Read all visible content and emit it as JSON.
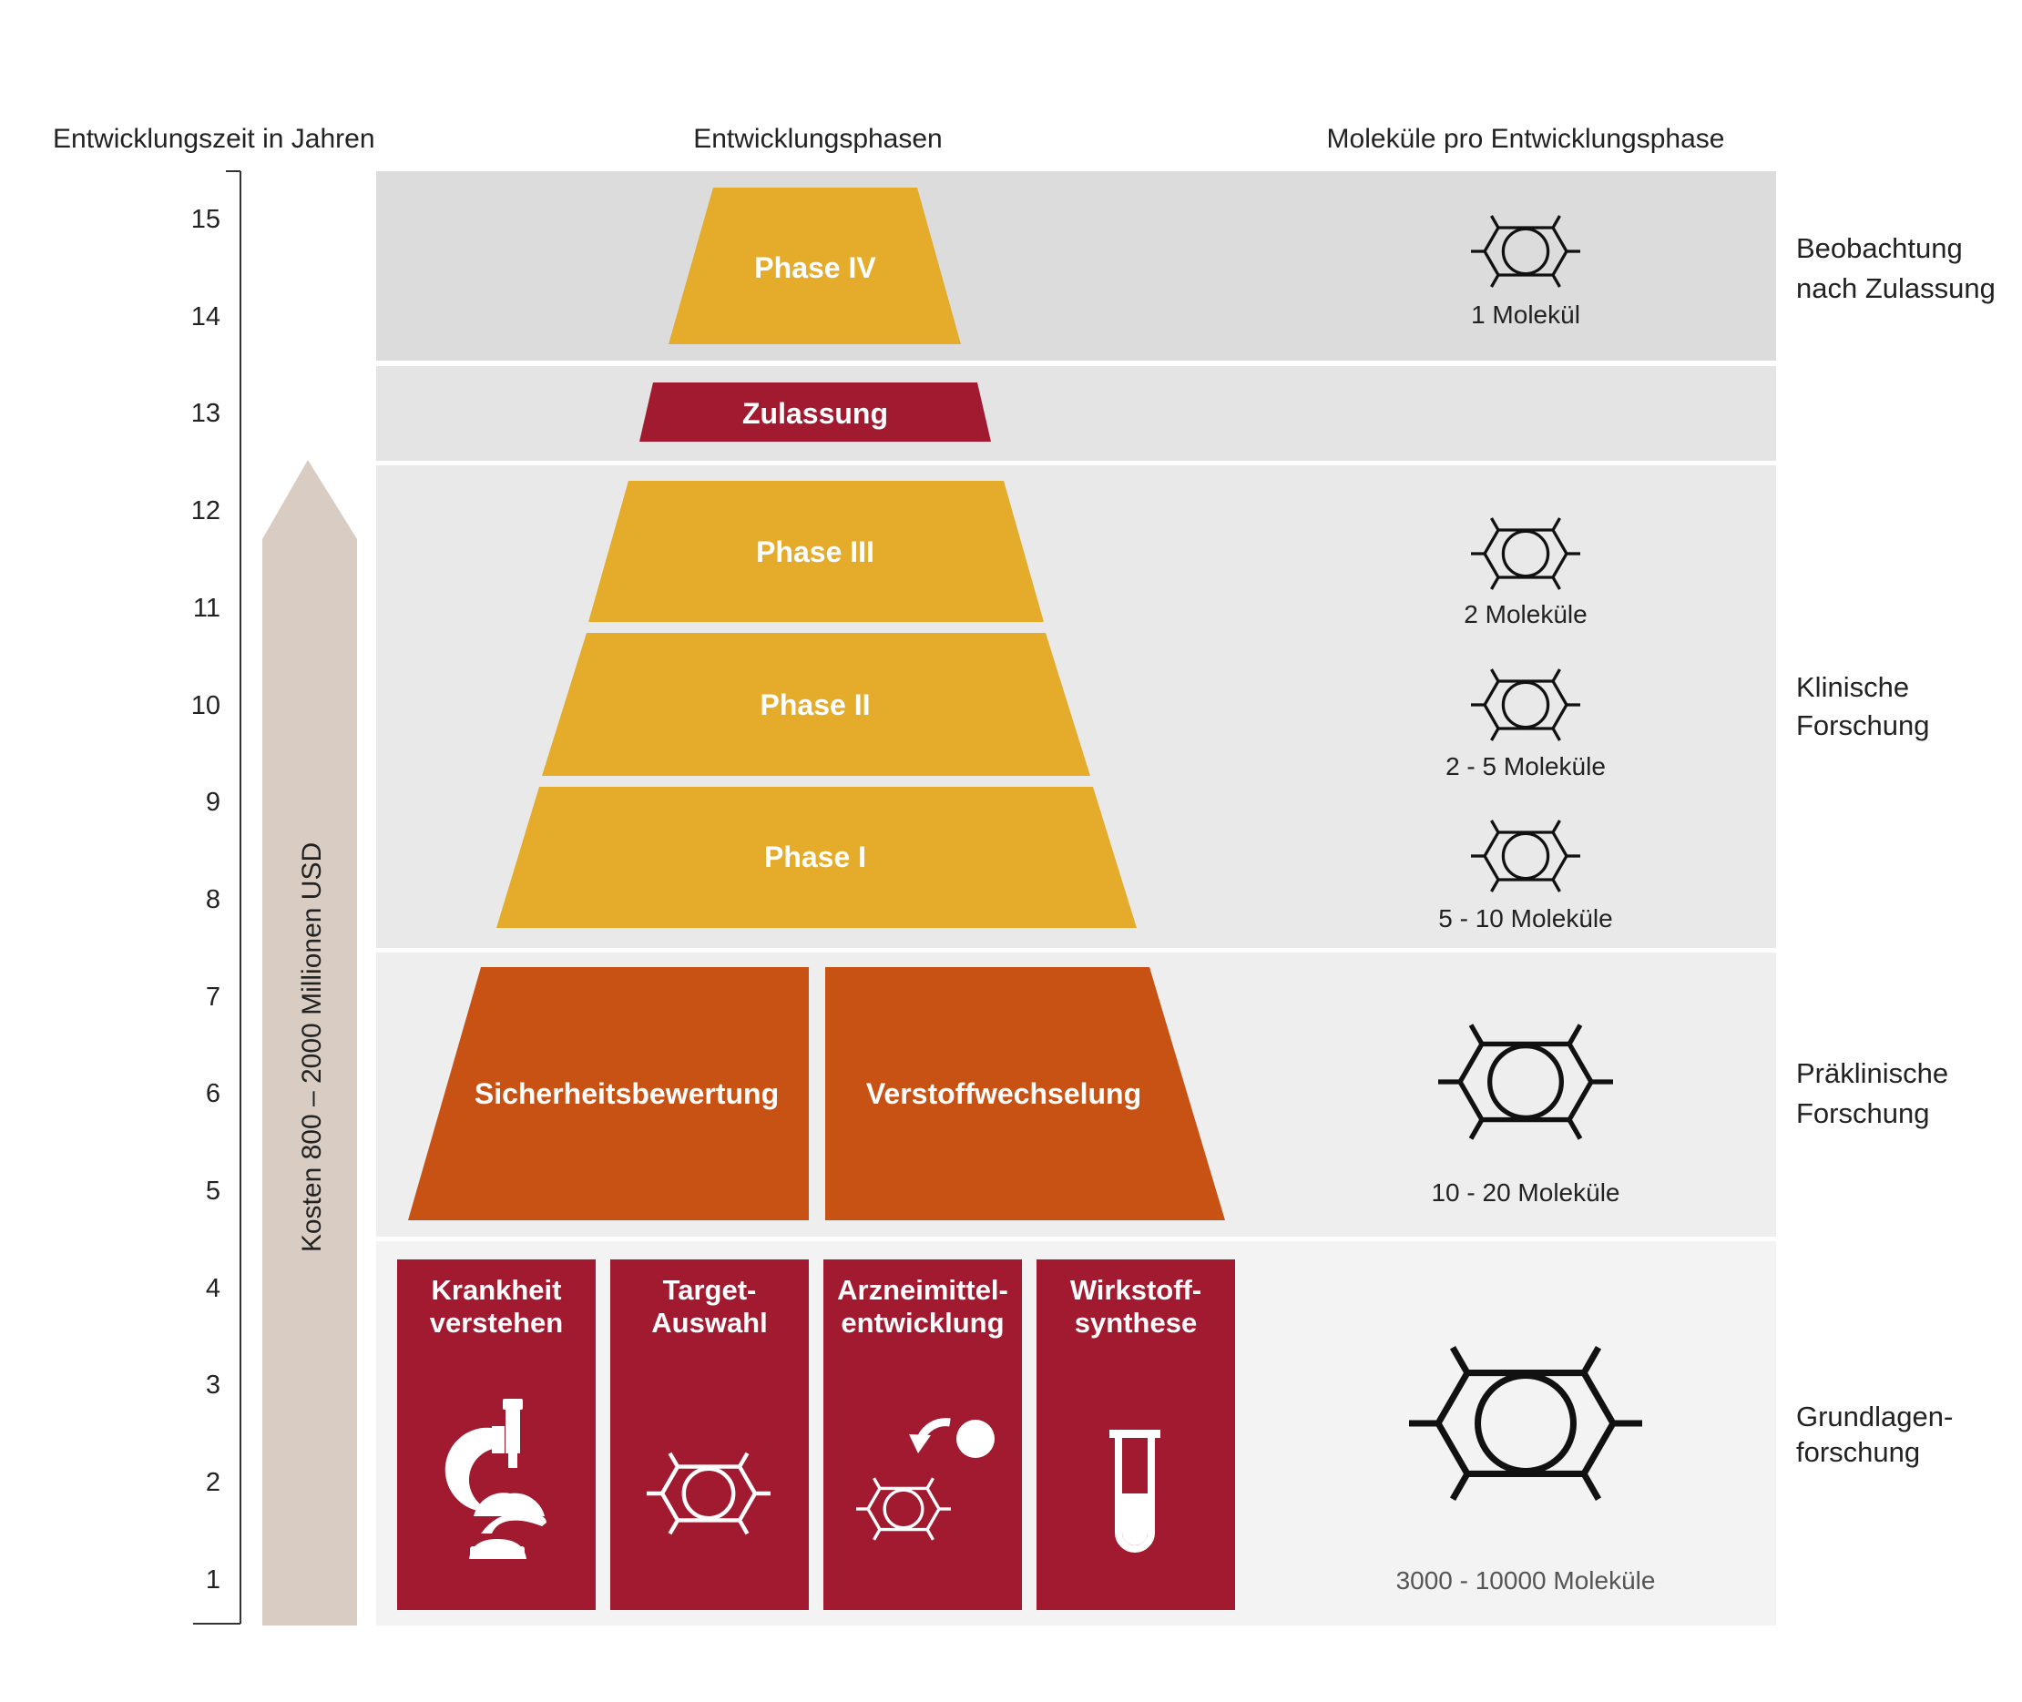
{
  "headers": {
    "time": "Entwicklungszeit in Jahren",
    "phases": "Entwicklungsphasen",
    "molecules": "Moleküle pro Entwicklungsphase"
  },
  "years": [
    "15",
    "14",
    "13",
    "12",
    "11",
    "10",
    "9",
    "8",
    "7",
    "6",
    "5",
    "4",
    "3",
    "2",
    "1"
  ],
  "cost_label": "Kosten 800 – 2000 Millionen USD",
  "phases": {
    "phase4": "Phase IV",
    "approval": "Zulassung",
    "phase3": "Phase III",
    "phase2": "Phase II",
    "phase1": "Phase I",
    "safety": "Sicherheitsbewertung",
    "metabolism": "Verstoffwechselung"
  },
  "research_boxes": [
    {
      "line1": "Krankheit",
      "line2": "verstehen",
      "icon": "microscope-icon"
    },
    {
      "line1": "Target-",
      "line2": "Auswahl",
      "icon": "molecule-icon"
    },
    {
      "line1": "Arzneimittel-",
      "line2": "entwicklung",
      "icon": "molecule-drug-icon"
    },
    {
      "line1": "Wirkstoff-",
      "line2": "synthese",
      "icon": "test-tube-icon"
    }
  ],
  "molecules": {
    "m1": "1 Molekül",
    "m2": "2 Moleküle",
    "m3": "2 - 5 Moleküle",
    "m4": "5 - 10 Moleküle",
    "m5": "10 - 20 Moleküle",
    "m6": "3000 - 10000 Moleküle"
  },
  "stages": {
    "s1_l1": "Beobachtung",
    "s1_l2": "nach Zulassung",
    "s2_l1": "Klinische",
    "s2_l2": "Forschung",
    "s3_l1": "Präklinische",
    "s3_l2": "Forschung",
    "s4_l1": "Grundlagen-",
    "s4_l2": "forschung"
  },
  "colors": {
    "yellow": "#e5ab2a",
    "crimson": "#a11a30",
    "orange": "#c85114",
    "arrow": "#d9cdc3"
  }
}
